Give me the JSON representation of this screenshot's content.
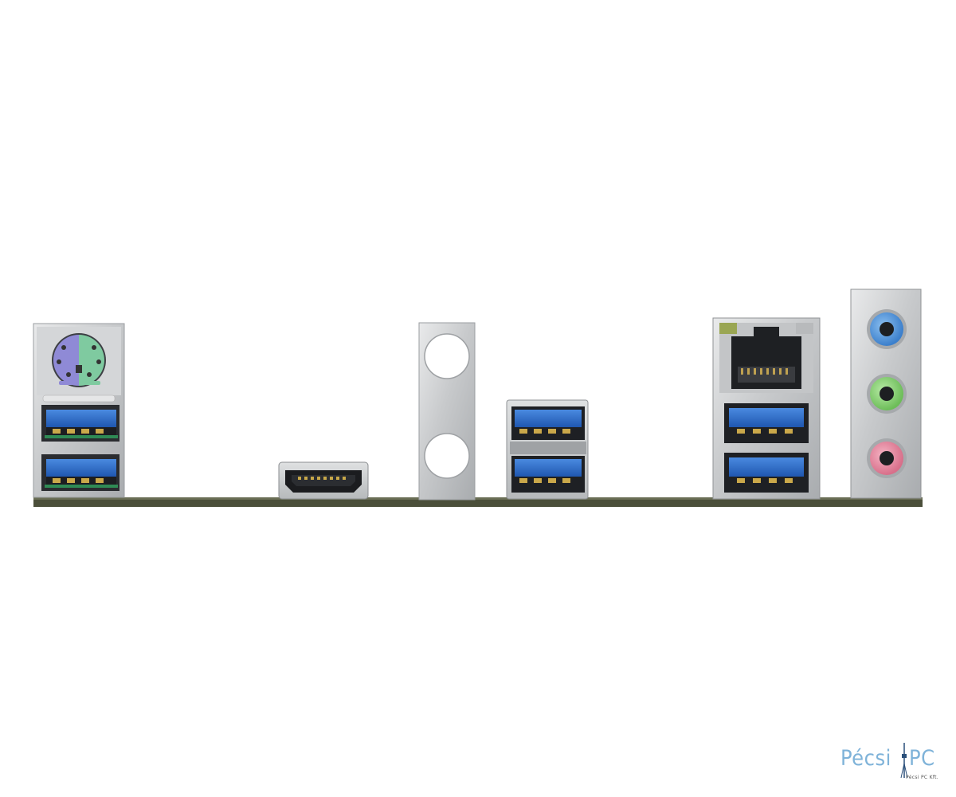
{
  "image": {
    "subject": "motherboard-rear-io-panel",
    "background": "#ffffff"
  },
  "watermark": {
    "brand_left": "Pécsi",
    "brand_right": "PC",
    "company": "Pécsi PC Kft.",
    "color": "#7fb3d9"
  },
  "colors": {
    "usb_blue": "#2f6fd0",
    "ps2_purple": "#8f8ad6",
    "ps2_green": "#7fcaa0",
    "audio_blue": "#4a8fd8",
    "audio_green": "#82cc6e",
    "audio_pink": "#e07f9a",
    "pcb": "#4b4f3a",
    "shield_silver": "#c9cbcd"
  }
}
